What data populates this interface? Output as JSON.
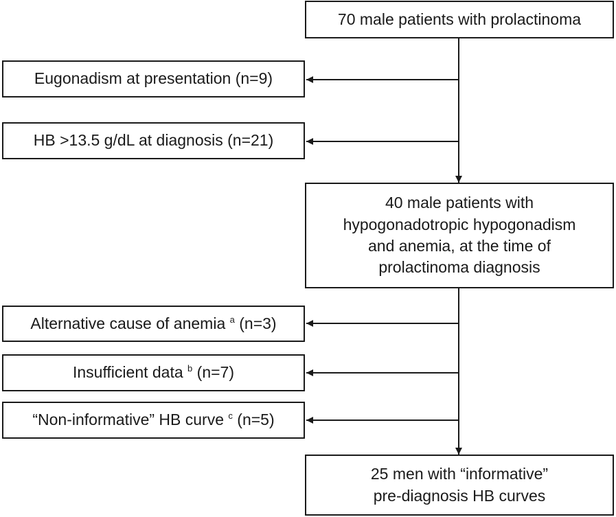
{
  "boxes": {
    "start": {
      "text": "70 male patients with prolactinoma"
    },
    "excl_eugonadism": {
      "text": "Eugonadism at presentation (n=9)"
    },
    "excl_hb": {
      "text": "HB >13.5 g/dL at diagnosis (n=21)"
    },
    "middle": {
      "line1": "40 male patients with",
      "line2": "hypogonadotropic hypogonadism",
      "line3": "and anemia, at the time of",
      "line4": "prolactinoma diagnosis"
    },
    "excl_alternative": {
      "pre": "Alternative cause of anemia ",
      "sup": "a",
      "post": " (n=3)"
    },
    "excl_insufficient": {
      "pre": "Insufficient data ",
      "sup": "b",
      "post": " (n=7)"
    },
    "excl_noninformative": {
      "pre": "“Non-informative” HB curve ",
      "sup": "c",
      "post": " (n=5)"
    },
    "final": {
      "line1": "25 men with “informative”",
      "line2": "pre-diagnosis HB curves"
    }
  },
  "colors": {
    "stroke": "#1a1a1a",
    "background": "#ffffff"
  }
}
